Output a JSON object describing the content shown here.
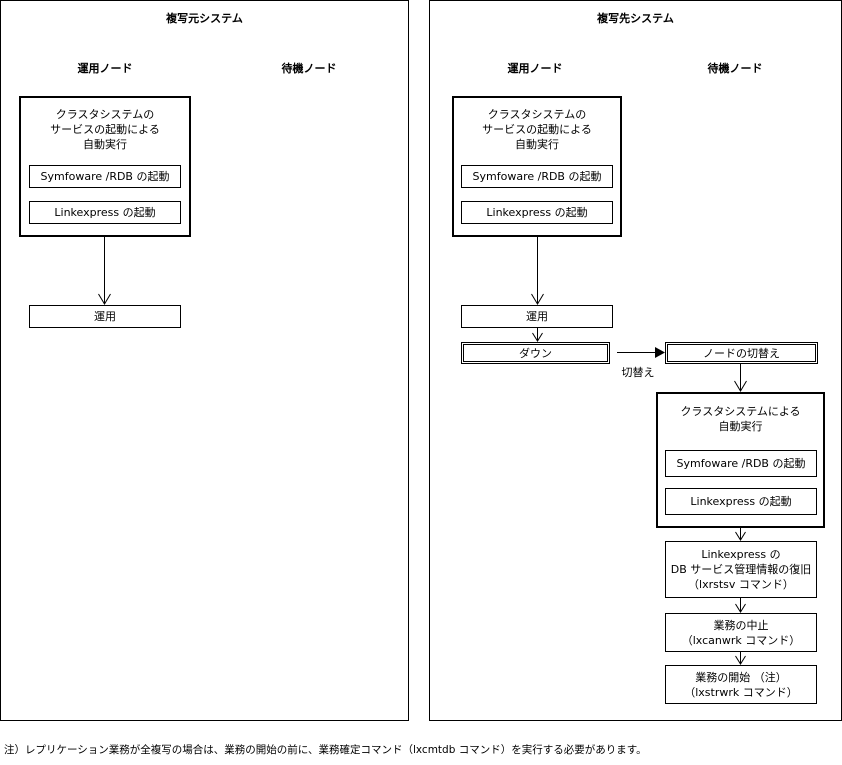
{
  "source": {
    "title": "複写元システム",
    "active_node": "運用ノード",
    "standby_node": "待機ノード",
    "startup_group": "クラスタシステムの\nサービスの起動による\n自動実行",
    "symfoware": "Symfoware /RDB の起動",
    "linkexpress": "Linkexpress の起動",
    "operation": "運用"
  },
  "target": {
    "title": "複写先システム",
    "active_node": "運用ノード",
    "standby_node": "待機ノード",
    "startup_group": "クラスタシステムの\nサービスの起動による\n自動実行",
    "symfoware": "Symfoware /RDB の起動",
    "linkexpress": "Linkexpress の起動",
    "operation": "運用",
    "down": "ダウン",
    "switch_label": "切替え",
    "node_switch": "ノードの切替え",
    "standby_group": "クラスタシステムによる\n自動実行",
    "standby_symfoware": "Symfoware /RDB の起動",
    "standby_linkexpress": "Linkexpress の起動",
    "restore": "Linkexpress の\nDB サービス管理情報の復旧\n（lxrstsv コマンド）",
    "stop": "業務の中止\n（lxcanwrk コマンド）",
    "start": "業務の開始 （注）\n（lxstrwrk コマンド）"
  },
  "footnote": "注）レプリケーション業務が全複写の場合は、業務の開始の前に、業務確定コマンド（lxcmtdb コマンド）を実行する必要があります。"
}
